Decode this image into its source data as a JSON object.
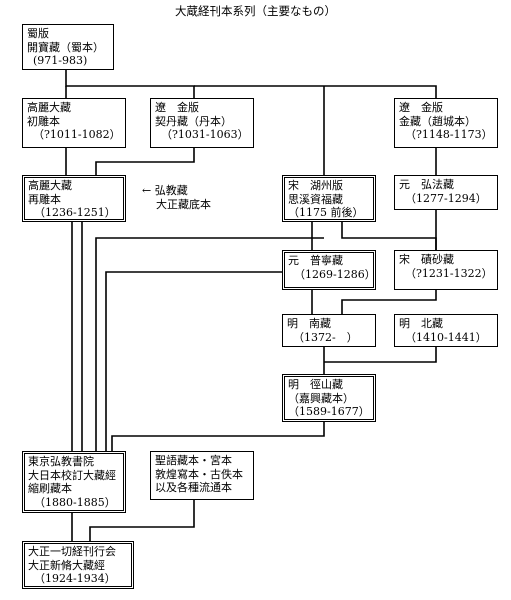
{
  "title": "大蔵経刊本系列（主要なもの）",
  "boxes": {
    "shu": {
      "lines": [
        "蜀版",
        "開寶藏（蜀本）",
        "(971-983)"
      ]
    },
    "goryeo1": {
      "lines": [
        "高麗大藏",
        "初雕本",
        "（?1011-1082）"
      ]
    },
    "khitan": {
      "lines": [
        "遼　金版",
        "契丹藏（丹本）",
        "（?1031-1063）"
      ]
    },
    "jin": {
      "lines": [
        "遼　金版",
        "金藏（趙城本）",
        "（?1148-1173）"
      ]
    },
    "goryeo2": {
      "lines": [
        "高麗大藏",
        "再雕本",
        "（1236-1251）"
      ]
    },
    "sixi": {
      "lines": [
        "宋　湖州版",
        "思溪資福藏",
        "（1175 前後）"
      ]
    },
    "hongfa": {
      "lines": [
        "元　弘法藏",
        "（1277-1294）"
      ]
    },
    "puning": {
      "lines": [
        "元　普寧藏",
        "（1269-1286）"
      ]
    },
    "qisha": {
      "lines": [
        "宋　磧砂藏",
        "（?1231-1322）"
      ]
    },
    "nanzang": {
      "lines": [
        "明　南藏",
        "（1372-　）"
      ]
    },
    "beizang": {
      "lines": [
        "明　北藏",
        "（1410-1441）"
      ]
    },
    "jingshan": {
      "lines": [
        "明　徑山藏",
        "（嘉興藏本）",
        "（1589-1677）"
      ]
    },
    "tokyo": {
      "lines": [
        "東京弘教書院",
        "大日本校訂大藏經",
        "縮刷藏本",
        "（1880-1885）"
      ]
    },
    "others": {
      "lines": [
        "聖語藏本・宮本",
        "敦煌寫本・古佚本",
        "以及各種流通本"
      ]
    },
    "taisho": {
      "lines": [
        "大正一切経刊行会",
        "大正新脩大藏經",
        "（1924-1934）"
      ]
    }
  },
  "note": {
    "lines": [
      "← 弘教藏",
      "大正藏底本"
    ]
  }
}
